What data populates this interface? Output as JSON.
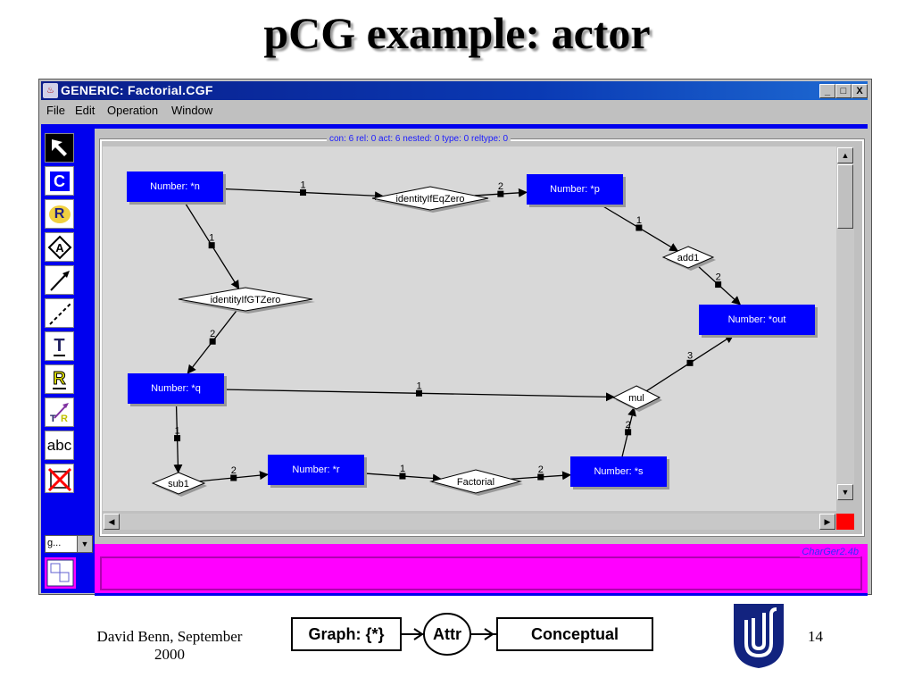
{
  "slide": {
    "title": "pCG example: actor",
    "footer_author": "David Benn, September 2000",
    "footer_author_line1": "David Benn, September",
    "footer_author_line2": "2000",
    "page_number": "14",
    "legend": {
      "box1": "Graph: {*}",
      "circle": "Attr",
      "box2": "Conceptual"
    }
  },
  "window": {
    "title": "GENERIC:  Factorial.CGF",
    "buttons": {
      "minimize": "_",
      "maximize": "□",
      "close": "X"
    },
    "menu": [
      "File",
      "Edit",
      "Operation",
      "Window"
    ]
  },
  "toolbar": {
    "tools": [
      "select-arrow",
      "concept",
      "relation",
      "actor",
      "arrow",
      "coref-line",
      "type-label",
      "reltype-label",
      "type-hierarchy",
      "text",
      "delete"
    ],
    "labels": {
      "concept": "C",
      "relation": "R",
      "actor": "A",
      "type": "T",
      "reltype": "R",
      "text": "abc"
    },
    "combo_value": "g..."
  },
  "canvas": {
    "stats": "con: 6  rel: 0  act: 6  nested: 0  type: 0  reltype: 0",
    "concepts": [
      {
        "id": "n",
        "label": "Number: *n"
      },
      {
        "id": "p",
        "label": "Number: *p"
      },
      {
        "id": "out",
        "label": "Number: *out"
      },
      {
        "id": "q",
        "label": "Number: *q"
      },
      {
        "id": "r",
        "label": "Number: *r"
      },
      {
        "id": "s",
        "label": "Number: *s"
      }
    ],
    "actors": [
      {
        "id": "eq",
        "label": "identityIfEqZero"
      },
      {
        "id": "gt",
        "label": "identityIfGTZero"
      },
      {
        "id": "add1",
        "label": "add1"
      },
      {
        "id": "mul",
        "label": "mul"
      },
      {
        "id": "sub1",
        "label": "sub1"
      },
      {
        "id": "fact",
        "label": "Factorial"
      }
    ],
    "arcs": [
      {
        "from": "n",
        "to": "eq",
        "label": "1"
      },
      {
        "from": "eq",
        "to": "p",
        "label": "2"
      },
      {
        "from": "n",
        "to": "gt",
        "label": "1"
      },
      {
        "from": "gt",
        "to": "q",
        "label": "2"
      },
      {
        "from": "p",
        "to": "add1",
        "label": "1"
      },
      {
        "from": "add1",
        "to": "out",
        "label": "2"
      },
      {
        "from": "q",
        "to": "mul",
        "label": "1"
      },
      {
        "from": "mul",
        "to": "out",
        "label": "3"
      },
      {
        "from": "q",
        "to": "sub1",
        "label": "1"
      },
      {
        "from": "sub1",
        "to": "r",
        "label": "2"
      },
      {
        "from": "r",
        "to": "fact",
        "label": "1"
      },
      {
        "from": "fact",
        "to": "s",
        "label": "2"
      },
      {
        "from": "s",
        "to": "mul",
        "label": "2"
      }
    ]
  },
  "status": {
    "version": "CharGer2.4b"
  },
  "colors": {
    "concept": "#0000ff",
    "toolbar": "#0000ee",
    "status": "#ff00ff",
    "titlebar": "#0a1d8a"
  }
}
